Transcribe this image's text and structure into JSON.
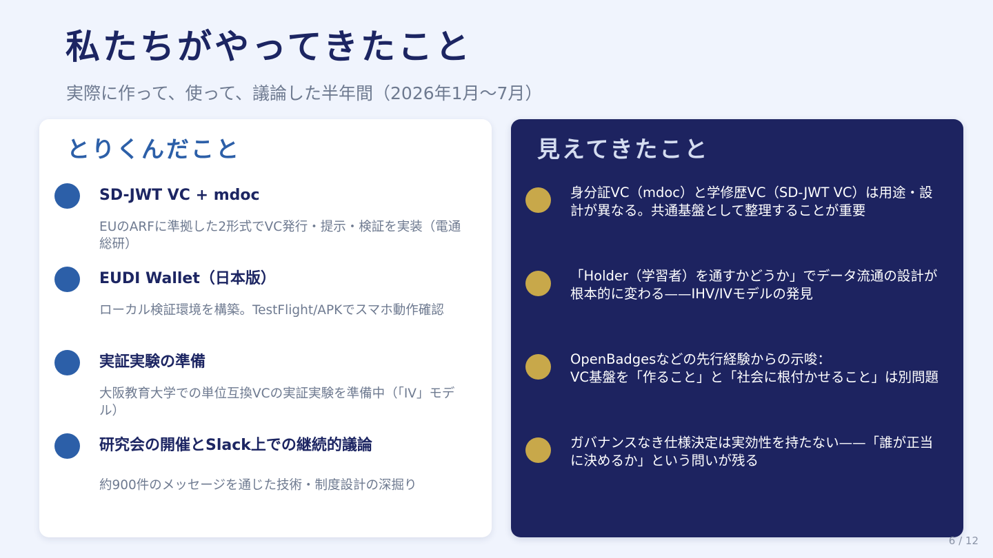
{
  "slide": {
    "title": "私たちがやってきたこと",
    "subtitle": "実際に作って、使って、議論した半年間（2026年1月〜7月）",
    "page_number": "6 / 12"
  },
  "left_card": {
    "heading": "とりくんだこと",
    "items": [
      {
        "title": "SD-JWT VC + mdoc",
        "description": "EUのARFに準拠した2形式でVC発行・提示・検証を実装（電通総研）"
      },
      {
        "title": "EUDI Wallet（日本版）",
        "description": "ローカル検証環境を構築。TestFlight/APKでスマホ動作確認"
      },
      {
        "title": "実証実験の準備",
        "description": "大阪教育大学での単位互換VCの実証実験を準備中（「IV」モデル）"
      },
      {
        "title": "研究会の開催とSlack上での継続的議論",
        "description": "約900件のメッセージを通じた技術・制度設計の深掘り"
      }
    ]
  },
  "right_card": {
    "heading": "見えてきたこと",
    "items": [
      {
        "text": "身分証VC（mdoc）と学修歴VC（SD-JWT VC）は用途・設計が異なる。共通基盤として整理することが重要"
      },
      {
        "text": "「Holder（学習者）を通すかどうか」でデータ流通の設計が根本的に変わる——IHV/IVモデルの発見"
      },
      {
        "text": "OpenBadgesなどの先行経験からの示唆：\nVC基盤を「作ること」と「社会に根付かせること」は別問題"
      },
      {
        "text": "ガバナンスなき仕様決定は実効性を持たない——「誰が正当に決めるか」という問いが残る"
      }
    ]
  },
  "colors": {
    "background": "#f0f4fd",
    "title": "#1c2562",
    "accent_blue": "#2c5fa8",
    "navy_card": "#1d2360",
    "gold_dot": "#c8a84a",
    "muted_text": "#6e7a90"
  }
}
